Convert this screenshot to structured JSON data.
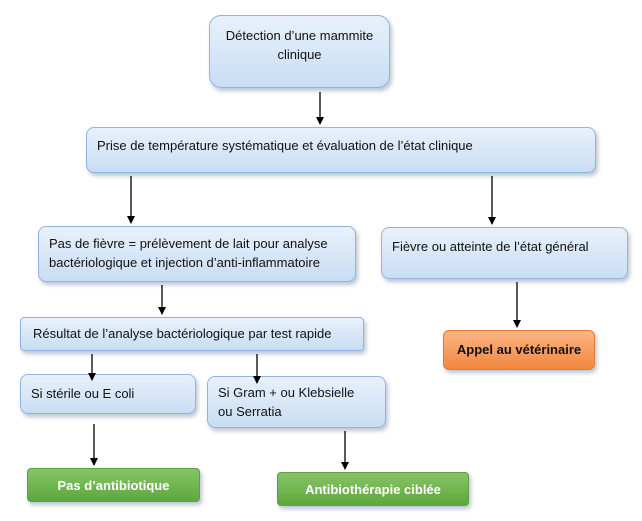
{
  "nodes": {
    "detection": "Détection d’une mammite clinique",
    "prise_temperature": "Prise de température systématique et évaluation de l’état clinique",
    "pas_de_fievre": "Pas de fièvre = prélèvement de lait pour analyse bactériologique et injection d’anti-inflammatoire",
    "fievre": "Fièvre ou atteinte de l’état général",
    "appel_veterinaire": "Appel au vétérinaire",
    "resultat_analyse": "Résultat de l’analyse bactériologique par test rapide",
    "si_sterile": "Si stérile ou E coli",
    "si_gram": "Si Gram + ou Klebsielle ou Serratia",
    "pas_antibiotique": "Pas d’antibiotique",
    "antibiotherapie": "Antibiothérapie ciblée"
  },
  "colors": {
    "box_fill": "#c9ddf3",
    "box_border": "#8fb4e0",
    "vet_fill": "#f3873f",
    "treatment_fill": "#5ea83c",
    "arrow": "#000000"
  }
}
